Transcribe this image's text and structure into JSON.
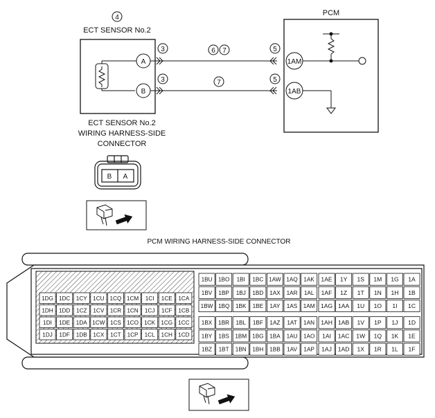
{
  "labels": {
    "sensor_ref": "4",
    "sensor_title": "ECT SENSOR No.2",
    "pcm_title": "PCM",
    "harness_label_line1": "ECT SENSOR No.2",
    "harness_label_line2": "WIRING HARNESS-SIDE",
    "harness_label_line3": "CONNECTOR",
    "pcm_harness_label": "PCM WIRING HARNESS-SIDE CONNECTOR"
  },
  "sensor_pins": [
    "A",
    "B"
  ],
  "pcm_pins": [
    "1AM",
    "1AB"
  ],
  "wire_refs": {
    "sensor_side": [
      "3",
      "3"
    ],
    "pcm_side": [
      "5",
      "5"
    ],
    "top_wire": [
      "6",
      "7"
    ],
    "bottom_wire": [
      "7"
    ]
  },
  "small_connector_pins": [
    "B",
    "A"
  ],
  "pcm_connector": {
    "blocks": [
      {
        "rows": [
          [
            "1DG",
            "1DC",
            "1CY",
            "1CU",
            "1CQ",
            "1CM",
            "1CI",
            "1CE",
            "1CA"
          ],
          [
            "1DH",
            "1DD",
            "1CZ",
            "1CV",
            "1CR",
            "1CN",
            "1CJ",
            "1CF",
            "1CB"
          ],
          [
            "1DI",
            "1DE",
            "1DA",
            "1CW",
            "1CS",
            "1CO",
            "1CK",
            "1CG",
            "1CC"
          ],
          [
            "1DJ",
            "1DF",
            "1DB",
            "1CX",
            "1CT",
            "1CP",
            "1CL",
            "1CH",
            "1CD"
          ]
        ]
      },
      {
        "rows": [
          [
            "1BU",
            "1BO",
            "1BI",
            "1BC",
            "1AW",
            "1AQ",
            "1AK"
          ],
          [
            "1BV",
            "1BP",
            "1BJ",
            "1BD",
            "1AX",
            "1AR",
            "1AL"
          ],
          [
            "1BW",
            "1BQ",
            "1BK",
            "1BE",
            "1AY",
            "1AS",
            "1AM"
          ],
          [
            "1BX",
            "1BR",
            "1BL",
            "1BF",
            "1AZ",
            "1AT",
            "1AN"
          ],
          [
            "1BY",
            "1BS",
            "1BM",
            "1BG",
            "1BA",
            "1AU",
            "1AO"
          ],
          [
            "1BZ",
            "1BT",
            "1BN",
            "1BH",
            "1BB",
            "1AV",
            "1AP"
          ]
        ]
      },
      {
        "rows": [
          [
            "1AE",
            "1Y",
            "1S",
            "1M",
            "1G",
            "1A"
          ],
          [
            "1AF",
            "1Z",
            "1T",
            "1N",
            "1H",
            "1B"
          ],
          [
            "1AG",
            "1AA",
            "1U",
            "1O",
            "1I",
            "1C"
          ],
          [
            "1AH",
            "1AB",
            "1V",
            "1P",
            "1J",
            "1D"
          ],
          [
            "1AI",
            "1AC",
            "1W",
            "1Q",
            "1K",
            "1E"
          ],
          [
            "1AJ",
            "1AD",
            "1X",
            "1R",
            "1L",
            "1F"
          ]
        ]
      }
    ]
  },
  "icons": [
    "connector-view-icon",
    "connector-view-icon"
  ],
  "colors": {
    "line": "#111111",
    "background": "#ffffff"
  }
}
